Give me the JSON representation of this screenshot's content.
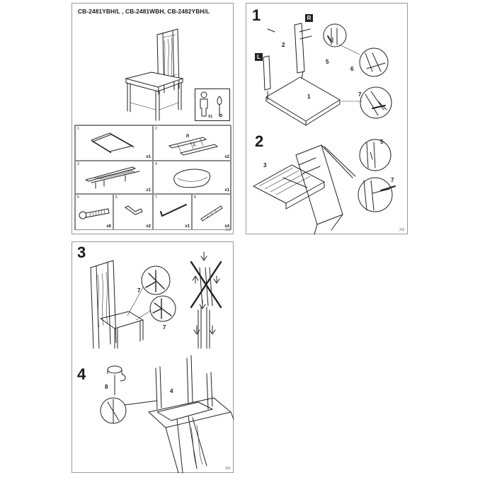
{
  "page1": {
    "title": "CB-2481YBH/L , CB-2481WBH, CB-2482YBH/L",
    "page_number": "1/3",
    "person_qty": "X1",
    "parts": [
      {
        "id": "1",
        "qty": "x1"
      },
      {
        "id": "2",
        "qty": "x2"
      },
      {
        "id": "3",
        "qty": "x1"
      },
      {
        "id": "4",
        "qty": "x1"
      },
      {
        "id": "5",
        "qty": "x6"
      },
      {
        "id": "6",
        "qty": "x2"
      },
      {
        "id": "7",
        "qty": "x1"
      },
      {
        "id": "8",
        "qty": "x4"
      }
    ],
    "part2_labels": {
      "right": "R",
      "left": "L"
    }
  },
  "page2": {
    "page_number": "2/3",
    "step1": {
      "number": "1",
      "badge_right": "R",
      "badge_left": "L",
      "callouts": [
        "2",
        "1",
        "5",
        "6",
        "7"
      ]
    },
    "step2": {
      "number": "2",
      "callouts": [
        "3",
        "5",
        "7"
      ]
    }
  },
  "page3": {
    "page_number": "3/3",
    "step3": {
      "number": "3",
      "callouts": [
        "7",
        "7"
      ]
    },
    "step4": {
      "number": "4",
      "callouts": [
        "8",
        "4"
      ]
    }
  }
}
